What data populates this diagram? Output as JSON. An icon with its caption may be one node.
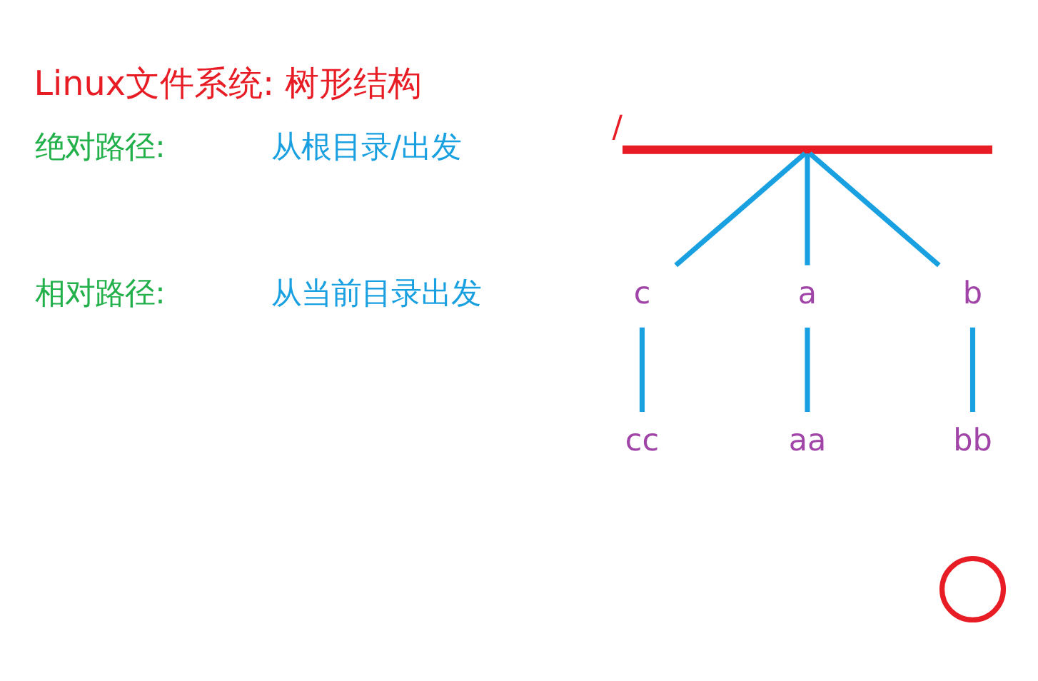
{
  "diagram": {
    "title": "Linux文件系统: 树形结构",
    "nodes": [
      {
        "text": [],
        "shape": "bar",
        "beside": [
          "/"
        ]
      },
      {
        "text": [
          "a"
        ]
      },
      {
        "text": [
          "b"
        ]
      },
      {
        "text": [
          "c"
        ]
      },
      {
        "text": [
          "aa"
        ]
      },
      {
        "text": [
          "bb"
        ]
      },
      {
        "text": [
          "cc"
        ]
      },
      {
        "text": [],
        "shape": "circle"
      }
    ],
    "edges": [
      {
        "from": 0,
        "to": 1,
        "arrow": "none"
      },
      {
        "from": 0,
        "to": 2,
        "arrow": "none"
      },
      {
        "from": 0,
        "to": 3,
        "arrow": "none"
      },
      {
        "from": 1,
        "to": 4,
        "arrow": "none"
      },
      {
        "from": 2,
        "to": 5,
        "arrow": "none"
      },
      {
        "from": 3,
        "to": 6,
        "arrow": "none"
      }
    ],
    "labels": [
      "绝对路径:",
      "从根目录/出发",
      "相对路径:",
      "从当前目录出发"
    ]
  }
}
